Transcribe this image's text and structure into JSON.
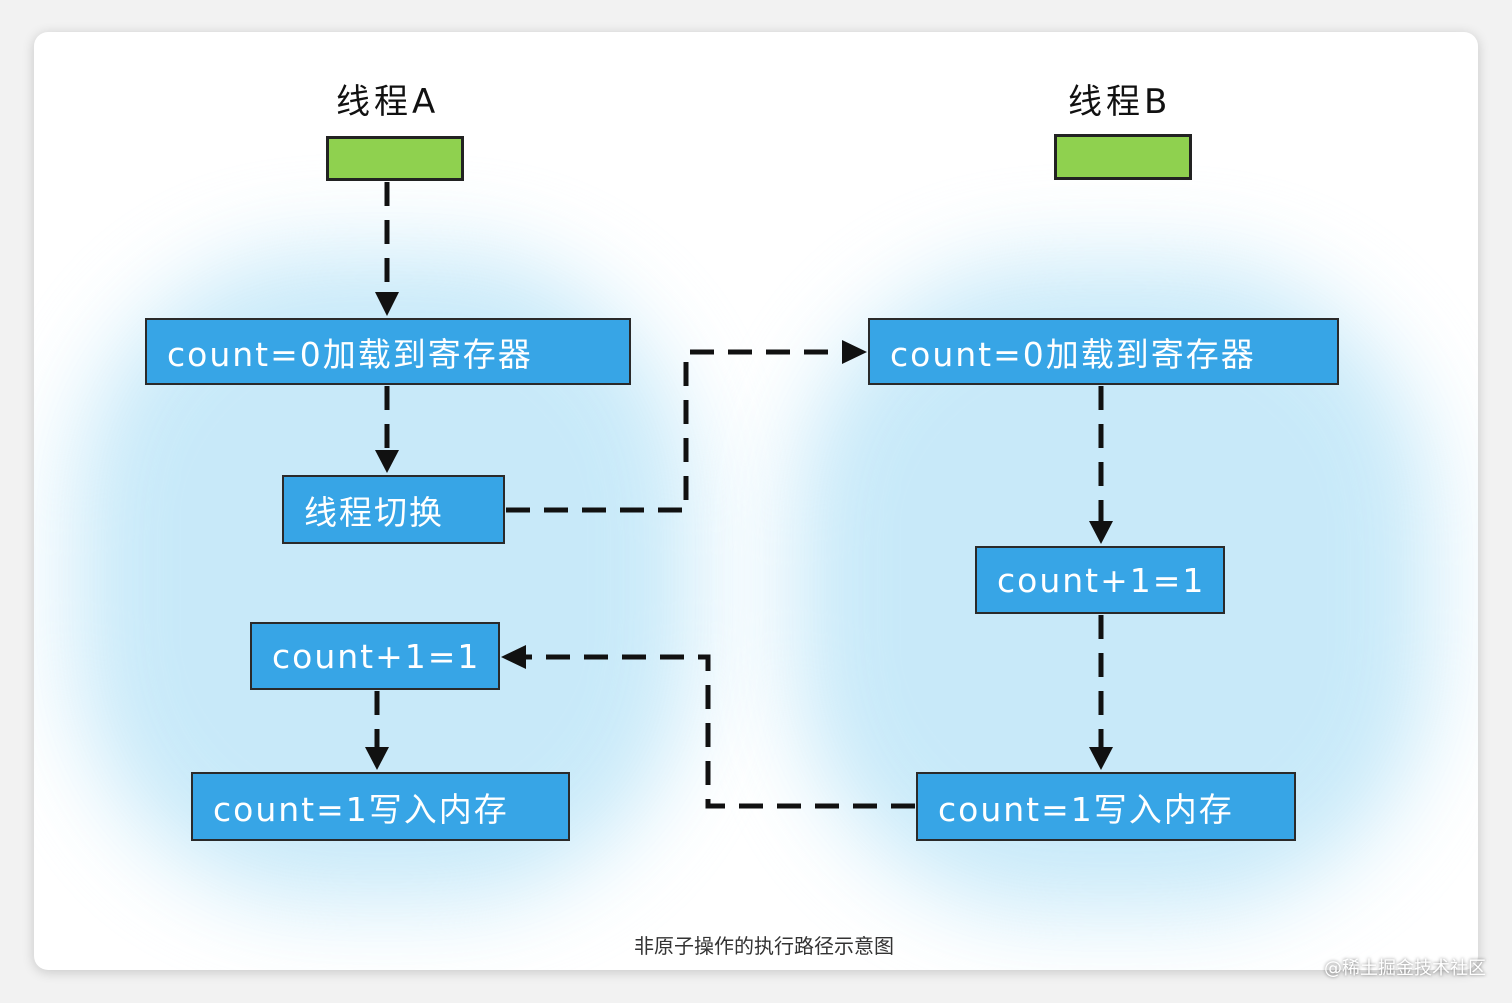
{
  "thread_a": {
    "title": "线程A",
    "load_label": "count=0加载到寄存器",
    "switch_label": "线程切换",
    "increment_label": "count+1=1",
    "write_label": "count=1写入内存"
  },
  "thread_b": {
    "title": "线程B",
    "load_label": "count=0加载到寄存器",
    "increment_label": "count+1=1",
    "write_label": "count=1写入内存"
  },
  "caption": "非原子操作的执行路径示意图",
  "watermark": "@稀土掘金技术社区",
  "colors": {
    "box_fill": "#37a5e6",
    "start_bar_fill": "#8fd14f",
    "glow": "#bfe6f8",
    "arrow": "#111111"
  }
}
